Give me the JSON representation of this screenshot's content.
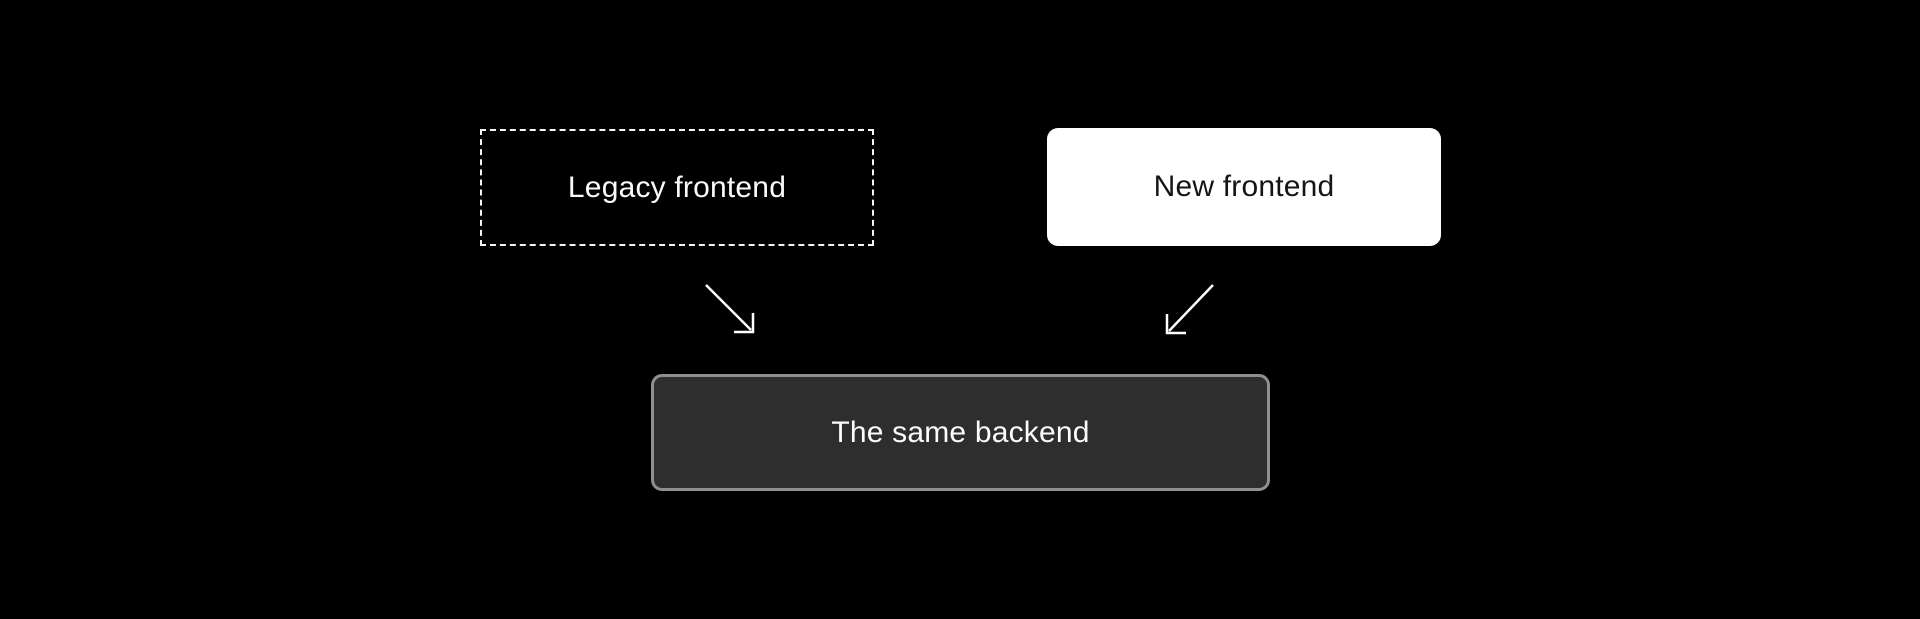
{
  "page": {
    "background_color": "#000000"
  },
  "diagram": {
    "title": "",
    "nodes": [
      {
        "id": "legacy-frontend",
        "label": "Legacy frontend",
        "shape": "rectangle",
        "border_style": "dashed",
        "border_color": "#f5f5f5",
        "fill_color": "#000000",
        "text_color": "#fafafa"
      },
      {
        "id": "new-frontend",
        "label": "New frontend",
        "shape": "rounded-rectangle",
        "border_style": "none",
        "fill_color": "#ffffff",
        "text_color": "#151515"
      },
      {
        "id": "same-backend",
        "label": "The same backend",
        "shape": "rounded-rectangle",
        "border_style": "solid",
        "border_color": "#8f8f8f",
        "fill_color": "#2e2e2e",
        "text_color": "#fcfcfc"
      }
    ],
    "edges": [
      {
        "from": "legacy-frontend",
        "to": "same-backend",
        "style": "thin-line-arrow",
        "direction": "down-right",
        "color": "#ffffff"
      },
      {
        "from": "new-frontend",
        "to": "same-backend",
        "style": "thin-line-arrow",
        "direction": "down-left",
        "color": "#ffffff"
      }
    ]
  }
}
